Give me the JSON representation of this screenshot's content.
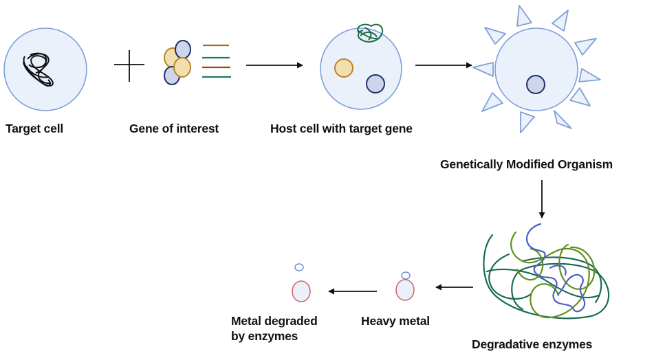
{
  "diagram": {
    "title": "",
    "colors": {
      "cell_fill": "#eaf1fb",
      "cell_stroke": "#7f9fd8",
      "text": "#111111",
      "arrow": "#111111",
      "gene_gold_fill": "#f3dfae",
      "gene_gold_stroke": "#b8872a",
      "gene_blue_fill": "#cdd5ec",
      "gene_blue_stroke": "#1f2d6b",
      "strand_brown": "#a7671f",
      "strand_green": "#1f7a5c",
      "strand_orange": "#9a4a12",
      "dna_black": "#111111",
      "dna_green": "#1d6b45",
      "enzyme_dark_green": "#1a6b54",
      "enzyme_olive": "#5f8f1a",
      "enzyme_blue": "#4a5fc1",
      "metal_ring": "#d0676b",
      "metal_small": "#6f8fd6"
    },
    "nodes": [
      {
        "id": "target-cell",
        "label": "Target cell"
      },
      {
        "id": "gene-of-interest",
        "label": "Gene of interest"
      },
      {
        "id": "host-cell",
        "label": "Host cell with target gene"
      },
      {
        "id": "gmo",
        "label": "Genetically Modified Organism"
      },
      {
        "id": "degradative-enzymes",
        "label": "Degradative enzymes"
      },
      {
        "id": "heavy-metal",
        "label": "Heavy metal"
      },
      {
        "id": "metal-degraded",
        "label": "Metal degraded by enzymes"
      }
    ],
    "operators": [
      {
        "between": [
          "target-cell",
          "gene-of-interest"
        ],
        "symbol": "plus"
      }
    ],
    "edges": [
      {
        "from": "gene-of-interest",
        "to": "host-cell",
        "direction": "right"
      },
      {
        "from": "host-cell",
        "to": "gmo",
        "direction": "right"
      },
      {
        "from": "gmo",
        "to": "degradative-enzymes",
        "direction": "down"
      },
      {
        "from": "degradative-enzymes",
        "to": "heavy-metal",
        "direction": "left"
      },
      {
        "from": "heavy-metal",
        "to": "metal-degraded",
        "direction": "left"
      }
    ]
  }
}
